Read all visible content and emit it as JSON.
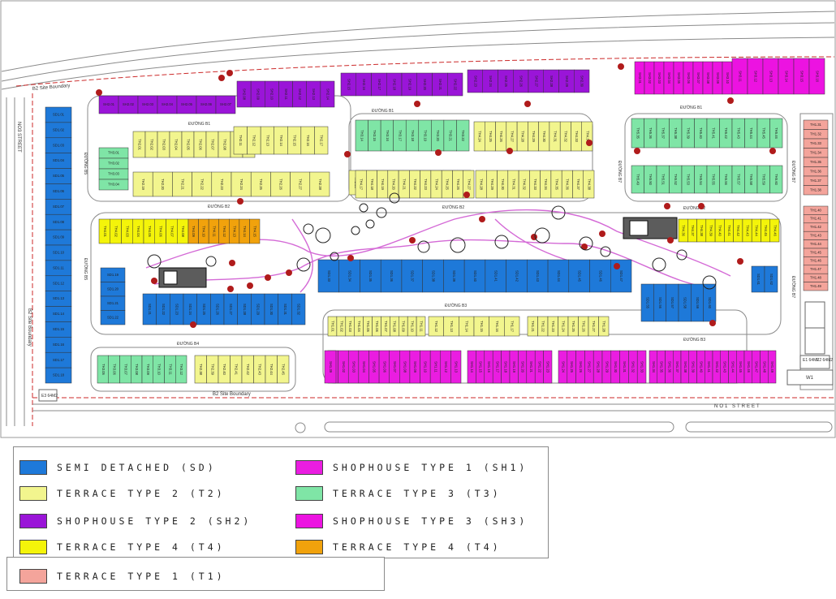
{
  "colors": {
    "SD": "#1e79d9",
    "SH1": "#ea1de1",
    "T2": "#f2f58e",
    "T3": "#7fe5a6",
    "SH2": "#9a15d8",
    "SH3": "#ec13e1",
    "T4Y": "#f4f40a",
    "T4O": "#f1a20c",
    "T1": "#f4a49b",
    "road": "#808080",
    "boundary": "#cc2a2a",
    "path": "#d46ad6",
    "tree": "#b01b1b"
  },
  "labels": {
    "site_boundary_top": "B2 Site Boundary",
    "site_boundary_bottom": "B2 Site Boundary",
    "site_boundary_left": "B2 Site Boundary",
    "street_left": "NO3 STREET",
    "street_bottom": "NO1 STREET",
    "road_b1_a": "ĐƯỜNG B1",
    "road_b1_b": "ĐƯỜNG B1",
    "road_b1_c": "ĐƯỜNG B1",
    "road_b2_a": "ĐƯỜNG B2",
    "road_b2_b": "ĐƯỜNG B2",
    "road_b2_c": "ĐƯỜNG B2",
    "road_b3_a": "ĐƯỜNG B3",
    "road_b3_b": "ĐƯỜNG B3",
    "road_b4": "ĐƯỜNG B4",
    "road_b5_a": "ĐƯỜNG B5",
    "road_b5_b": "ĐƯỜNG B5",
    "road_b7_a": "ĐƯỜNG B7",
    "road_b7_b": "ĐƯỜNG B7",
    "road_b7_c": "ĐƯỜNG B7",
    "plot_e1": "E1\n64M2",
    "plot_e2": "E2\n64M2",
    "plot_e3": "E3\n64M2",
    "plot_w1": "W1"
  },
  "legend": [
    {
      "key": "SD",
      "label": "SEMI DETACHED (SD)"
    },
    {
      "key": "SH1",
      "label": "SHOPHOUSE TYPE 1 (SH1)"
    },
    {
      "key": "T2",
      "label": "TERRACE TYPE 2 (T2)"
    },
    {
      "key": "T3",
      "label": "TERRACE TYPE 3 (T3)"
    },
    {
      "key": "SH2",
      "label": "SHOPHOUSE TYPE 2 (SH2)"
    },
    {
      "key": "SH3",
      "label": "SHOPHOUSE TYPE 3 (SH3)"
    },
    {
      "key": "T4Y",
      "label": "TERRACE TYPE 4 (T4)"
    },
    {
      "key": "T4O",
      "label": "TERRACE TYPE 4 (T4)"
    },
    {
      "key": "T1",
      "label": "TERRACE TYPE 1 (T1)"
    }
  ],
  "lots": [
    {
      "prefix": "SH2.",
      "start": 1,
      "count": 7,
      "type": "SH2",
      "rot": 90
    },
    {
      "prefix": "SH2.",
      "start": 8,
      "count": 7,
      "type": "SH2",
      "rot": 90
    },
    {
      "prefix": "SH2.",
      "start": 15,
      "count": 8,
      "type": "SH2",
      "rot": 90
    },
    {
      "prefix": "SH2.",
      "start": 23,
      "count": 8,
      "type": "SH2",
      "rot": 90
    },
    {
      "prefix": "SH3.",
      "start": 1,
      "count": 10,
      "type": "SH3",
      "rot": 90
    },
    {
      "prefix": "SH3.",
      "start": 11,
      "count": 6,
      "type": "SH3",
      "rot": 90
    },
    {
      "prefix": "TH2.",
      "start": 1,
      "count": 10,
      "type": "T2",
      "rot": 90
    },
    {
      "prefix": "TH2.",
      "start": 11,
      "count": 7,
      "type": "T2",
      "rot": 90
    },
    {
      "prefix": "TH2.",
      "start": 19,
      "count": 10,
      "type": "T2",
      "rot": 90
    },
    {
      "prefix": "TH2.",
      "start": 29,
      "count": 9,
      "type": "T2",
      "rot": 90
    },
    {
      "prefix": "TH3.",
      "start": 1,
      "count": 4,
      "type": "T3",
      "rot": 0
    },
    {
      "prefix": "TH3.",
      "start": 14,
      "count": 9,
      "type": "T3",
      "rot": 90
    },
    {
      "prefix": "TH4.",
      "start": 24,
      "count": 11,
      "type": "T2",
      "rot": 90
    },
    {
      "prefix": "TH4.",
      "start": 17,
      "count": 11,
      "type": "T2",
      "rot": 90
    },
    {
      "prefix": "TH4.",
      "start": 28,
      "count": 11,
      "type": "T2",
      "rot": 90
    },
    {
      "prefix": "TH5.",
      "start": 35,
      "count": 12,
      "type": "T3",
      "rot": 90
    },
    {
      "prefix": "TH5.",
      "start": 49,
      "count": 12,
      "type": "T3",
      "rot": 90
    },
    {
      "prefix": "TH1.",
      "start": 31,
      "count": 8,
      "type": "T1",
      "rot": 0
    },
    {
      "prefix": "TH1.",
      "start": 40,
      "count": 10,
      "type": "T1",
      "rot": 0
    },
    {
      "prefix": "SD1.",
      "start": 1,
      "count": 18,
      "type": "SD",
      "rot": 0
    },
    {
      "prefix": "SD1.",
      "start": 19,
      "count": 4,
      "type": "SD",
      "rot": 0
    },
    {
      "prefix": "TH4.",
      "start": 1,
      "count": 8,
      "type": "T4Y",
      "rot": 90
    },
    {
      "prefix": "TH4.",
      "start": 9,
      "count": 7,
      "type": "T4O",
      "rot": 90
    },
    {
      "prefix": "TH4.",
      "start": 36,
      "count": 11,
      "type": "T4Y",
      "rot": 90
    },
    {
      "prefix": "SD1.",
      "start": 21,
      "count": 12,
      "type": "SD",
      "rot": 90
    },
    {
      "prefix": "SD1.",
      "start": 33,
      "count": 15,
      "type": "SD",
      "rot": 90
    },
    {
      "prefix": "SD1.",
      "start": 55,
      "count": 6,
      "type": "SD",
      "rot": 90
    },
    {
      "prefix": "SD1.",
      "start": 61,
      "count": 2,
      "type": "SD",
      "rot": 0
    },
    {
      "prefix": "TH3.",
      "start": 5,
      "count": 8,
      "type": "T3",
      "rot": 90
    },
    {
      "prefix": "TH2.",
      "start": 38,
      "count": 8,
      "type": "T2",
      "rot": 90
    },
    {
      "prefix": "TH1.",
      "start": 1,
      "count": 11,
      "type": "T2",
      "rot": 90
    },
    {
      "prefix": "TH1.",
      "start": 12,
      "count": 6,
      "type": "T2",
      "rot": 90
    },
    {
      "prefix": "TH1.",
      "start": 21,
      "count": 8,
      "type": "T2",
      "rot": 90
    },
    {
      "prefix": "SH1.",
      "start": 1,
      "count": 13,
      "type": "SH1",
      "rot": 90
    },
    {
      "prefix": "SH1.",
      "start": 14,
      "count": 10,
      "type": "SH1",
      "rot": 90
    },
    {
      "prefix": "SH1.",
      "start": 24,
      "count": 10,
      "type": "SH1",
      "rot": 90
    },
    {
      "prefix": "SH1.",
      "start": 34,
      "count": 16,
      "type": "SH1",
      "rot": 90
    },
    {
      "prefix": "SH1.",
      "start": 39,
      "count": 1,
      "type": "SH1",
      "rot": 90
    }
  ]
}
